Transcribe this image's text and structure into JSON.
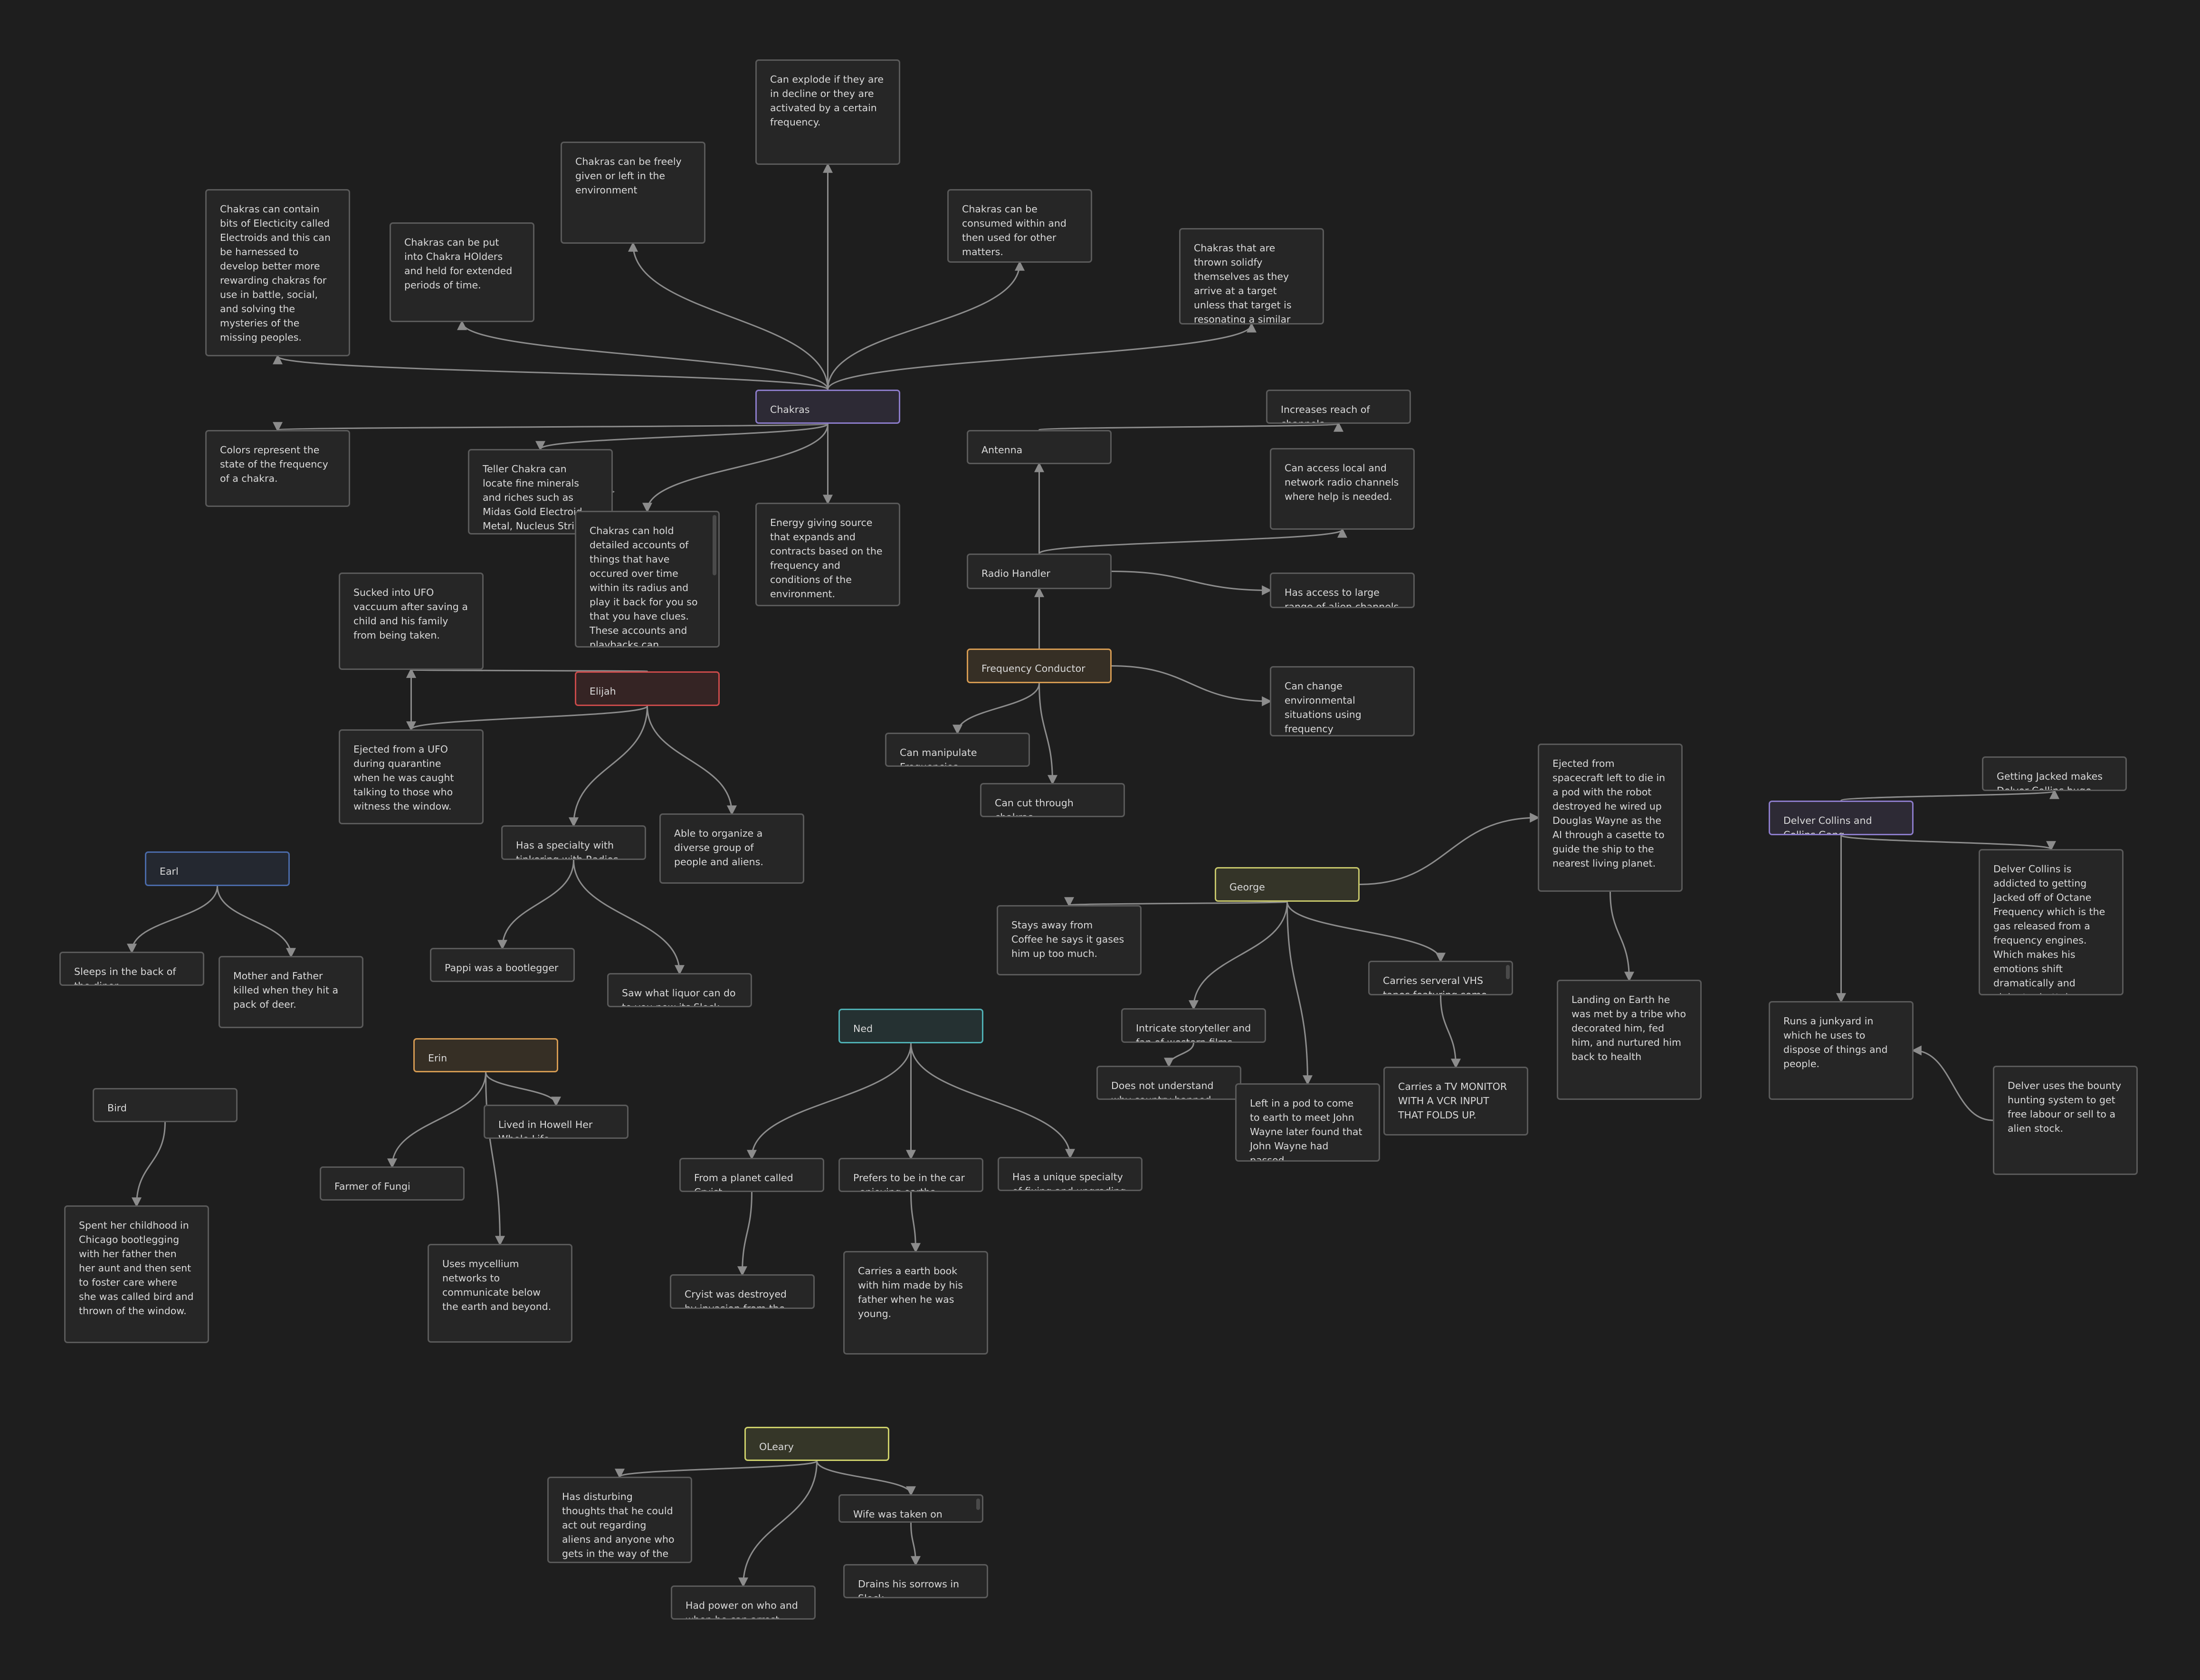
{
  "colors": {
    "background": "#1e1e1e",
    "card_border": "#5a5a5a",
    "card_fill": "#262626",
    "text": "#dadada",
    "edge": "#8c8c8c",
    "purple": "#8b7bc9",
    "red": "#c94a4a",
    "orange": "#d49a52",
    "blue": "#4a6aa8",
    "olive": "#c5c56a",
    "teal": "#4fb0b4",
    "yellow": "#cdd06a"
  },
  "nodes": [
    {
      "id": "chakras",
      "text": "Chakras",
      "color": "purple"
    },
    {
      "id": "explode",
      "text": "Can explode if they are in decline or they are activated by a certain frequency."
    },
    {
      "id": "freely",
      "text": "Chakras can be freely given or left in the environment"
    },
    {
      "id": "consumed",
      "text": "Chakras can be consumed within and then used for other matters."
    },
    {
      "id": "thrown",
      "text": "Chakras that are thrown solidfy themselves as they arrive at a target unless that target is resonating a similar frequency."
    },
    {
      "id": "electroids",
      "text": "Chakras can contain bits of Electicity called Electroids and this can be harnessed to develop better more rewarding chakras for use in battle, social, and solving the mysteries of the missing peoples."
    },
    {
      "id": "holders",
      "text": "Chakras can be put into Chakra HOlders and held for extended periods of time."
    },
    {
      "id": "colors",
      "text": "Colors represent the state of the frequency of a chakra."
    },
    {
      "id": "teller",
      "text": "Teller Chakra can locate fine minerals and riches such as Midas Gold Electroid Metal, Nucleus String"
    },
    {
      "id": "records",
      "text": "Chakras can hold detailed accounts of things that have occured over time within its radius and play it back for you so that you have clues. These accounts and playbacks can sometimes be incorrect.",
      "scroll": true
    },
    {
      "id": "energy",
      "text": "Energy giving source that expands and contracts based on the frequency and conditions of the environment."
    },
    {
      "id": "antenna",
      "text": "Antenna"
    },
    {
      "id": "reach",
      "text": "Increases reach of channels"
    },
    {
      "id": "radiohandler",
      "text": "Radio Handler"
    },
    {
      "id": "localradio",
      "text": "Can access local and network radio channels where help is needed."
    },
    {
      "id": "alienchannels",
      "text": "Has access to large range of alien channels"
    },
    {
      "id": "freqcond",
      "text": "Frequency Conductor",
      "color": "orange"
    },
    {
      "id": "envsit",
      "text": "Can change environmental situations using frequency"
    },
    {
      "id": "manip",
      "text": "Can manipulate Frequencies"
    },
    {
      "id": "cutchakras",
      "text": "Can cut through chakras"
    },
    {
      "id": "elijah",
      "text": "Elijah",
      "color": "red"
    },
    {
      "id": "ufovac",
      "text": "Sucked into UFO vaccuum after saving a child and his family from being taken."
    },
    {
      "id": "ejectedufo",
      "text": "Ejected from a UFO during quarantine when he was caught talking to those who witness the window."
    },
    {
      "id": "tinkering",
      "text": "Has a specialty with tinkering with Radios"
    },
    {
      "id": "organize",
      "text": "Able to organize a diverse group of people and aliens."
    },
    {
      "id": "pappi",
      "text": "Pappi was a bootlegger"
    },
    {
      "id": "liquor",
      "text": "Saw what liquor can do to you now its Slock"
    },
    {
      "id": "earl",
      "text": "Earl",
      "color": "blue"
    },
    {
      "id": "diner",
      "text": "Sleeps in the back of the diner"
    },
    {
      "id": "deer",
      "text": "Mother and Father killed when they hit a pack of deer."
    },
    {
      "id": "erin",
      "text": "Erin",
      "color": "orange"
    },
    {
      "id": "howell",
      "text": "Lived in Howell Her Whole Life"
    },
    {
      "id": "fungi",
      "text": "Farmer of Fungi"
    },
    {
      "id": "mycelium",
      "text": "Uses mycellium networks to communicate below the earth and beyond."
    },
    {
      "id": "bird",
      "text": "Bird"
    },
    {
      "id": "birdstory",
      "text": "Spent her childhood in Chicago bootlegging with her father then her aunt and then sent to foster care where she was called bird and thrown of the window."
    },
    {
      "id": "ned",
      "text": "Ned",
      "color": "teal"
    },
    {
      "id": "cryist",
      "text": "From a planet called Cryist"
    },
    {
      "id": "car",
      "text": "Prefers to be in the car , enjoying earths breeze."
    },
    {
      "id": "fixcars",
      "text": "Has a unique specialty of fixing and upgrading cars"
    },
    {
      "id": "dagets",
      "text": "Cryist was destroyed by invasion from the Dagets"
    },
    {
      "id": "earthbook",
      "text": "Carries a earth book with him made by his father when he was young."
    },
    {
      "id": "george",
      "text": "George",
      "color": "olive"
    },
    {
      "id": "coffee",
      "text": "Stays away from Coffee he says it gases him up too much."
    },
    {
      "id": "storyteller",
      "text": "Intricate storyteller and fan of western films"
    },
    {
      "id": "guns",
      "text": "Does not understand why country banned guns."
    },
    {
      "id": "johnwayne",
      "text": "Left in a pod to come to earth to meet John Wayne later found that John Wayne had passed."
    },
    {
      "id": "vhs",
      "text": "Carries serveral VHS tapes featuring some Western",
      "scroll": true
    },
    {
      "id": "tvmonitor",
      "text": "Carries a TV MONITOR WITH A VCR INPUT THAT FOLDS UP."
    },
    {
      "id": "spacecraft",
      "text": "Ejected from spacecraft left to die in a pod with the robot destroyed he wired up Douglas Wayne as the AI through a casette to guide the ship to the nearest living planet."
    },
    {
      "id": "landing",
      "text": "Landing on Earth he was met by a tribe who decorated him, fed him, and nurtured him back to health"
    },
    {
      "id": "delver",
      "text": "Delver Collins and Collins Gang",
      "color": "purple"
    },
    {
      "id": "jacked",
      "text": "Getting Jacked makes Delver Collins huge"
    },
    {
      "id": "octane",
      "text": "Delver Collins is addicted to getting Jacked off of Octane Frequency which is the gas released from a frequency engines. Which makes his emotions shift dramatically and violent rebuttals."
    },
    {
      "id": "junkyard",
      "text": "Runs a junkyard in which he uses to dispose of things and people."
    },
    {
      "id": "bounty",
      "text": "Delver uses the bounty hunting system to get free labour or sell to a alien stock."
    },
    {
      "id": "oleary",
      "text": "OLeary",
      "color": "yellow"
    },
    {
      "id": "disturbing",
      "text": "Has disturbing thoughts that he could act out regarding aliens and anyone who gets in the way of the law."
    },
    {
      "id": "wife",
      "text": "Wife was taken on invasion 910",
      "scroll": true
    },
    {
      "id": "sorrows",
      "text": "Drains his sorrows in Slock"
    },
    {
      "id": "power",
      "text": "Had power on who and when he can arrest"
    }
  ],
  "edges": [
    [
      "chakras",
      "explode"
    ],
    [
      "chakras",
      "freely"
    ],
    [
      "chakras",
      "consumed"
    ],
    [
      "chakras",
      "thrown"
    ],
    [
      "chakras",
      "electroids"
    ],
    [
      "chakras",
      "holders"
    ],
    [
      "chakras",
      "colors"
    ],
    [
      "chakras",
      "teller"
    ],
    [
      "chakras",
      "records"
    ],
    [
      "chakras",
      "energy"
    ],
    [
      "records",
      "teller"
    ],
    [
      "radiohandler",
      "antenna"
    ],
    [
      "antenna",
      "reach"
    ],
    [
      "radiohandler",
      "localradio"
    ],
    [
      "radiohandler",
      "alienchannels"
    ],
    [
      "freqcond",
      "radiohandler"
    ],
    [
      "freqcond",
      "envsit"
    ],
    [
      "freqcond",
      "manip"
    ],
    [
      "freqcond",
      "cutchakras"
    ],
    [
      "elijah",
      "ufovac"
    ],
    [
      "elijah",
      "ejectedufo"
    ],
    [
      "elijah",
      "tinkering"
    ],
    [
      "elijah",
      "organize"
    ],
    [
      "ejectedufo",
      "ufovac"
    ],
    [
      "tinkering",
      "pappi"
    ],
    [
      "tinkering",
      "liquor"
    ],
    [
      "earl",
      "diner"
    ],
    [
      "earl",
      "deer"
    ],
    [
      "erin",
      "howell"
    ],
    [
      "erin",
      "fungi"
    ],
    [
      "erin",
      "mycelium"
    ],
    [
      "bird",
      "birdstory"
    ],
    [
      "ned",
      "cryist"
    ],
    [
      "ned",
      "car"
    ],
    [
      "ned",
      "fixcars"
    ],
    [
      "cryist",
      "dagets"
    ],
    [
      "car",
      "earthbook"
    ],
    [
      "george",
      "coffee"
    ],
    [
      "george",
      "storyteller"
    ],
    [
      "george",
      "johnwayne"
    ],
    [
      "george",
      "vhs"
    ],
    [
      "george",
      "spacecraft"
    ],
    [
      "storyteller",
      "guns"
    ],
    [
      "vhs",
      "tvmonitor"
    ],
    [
      "spacecraft",
      "landing"
    ],
    [
      "delver",
      "jacked"
    ],
    [
      "delver",
      "octane"
    ],
    [
      "delver",
      "junkyard"
    ],
    [
      "bounty",
      "junkyard"
    ],
    [
      "oleary",
      "disturbing"
    ],
    [
      "oleary",
      "wife"
    ],
    [
      "oleary",
      "power"
    ],
    [
      "wife",
      "sorrows"
    ]
  ]
}
